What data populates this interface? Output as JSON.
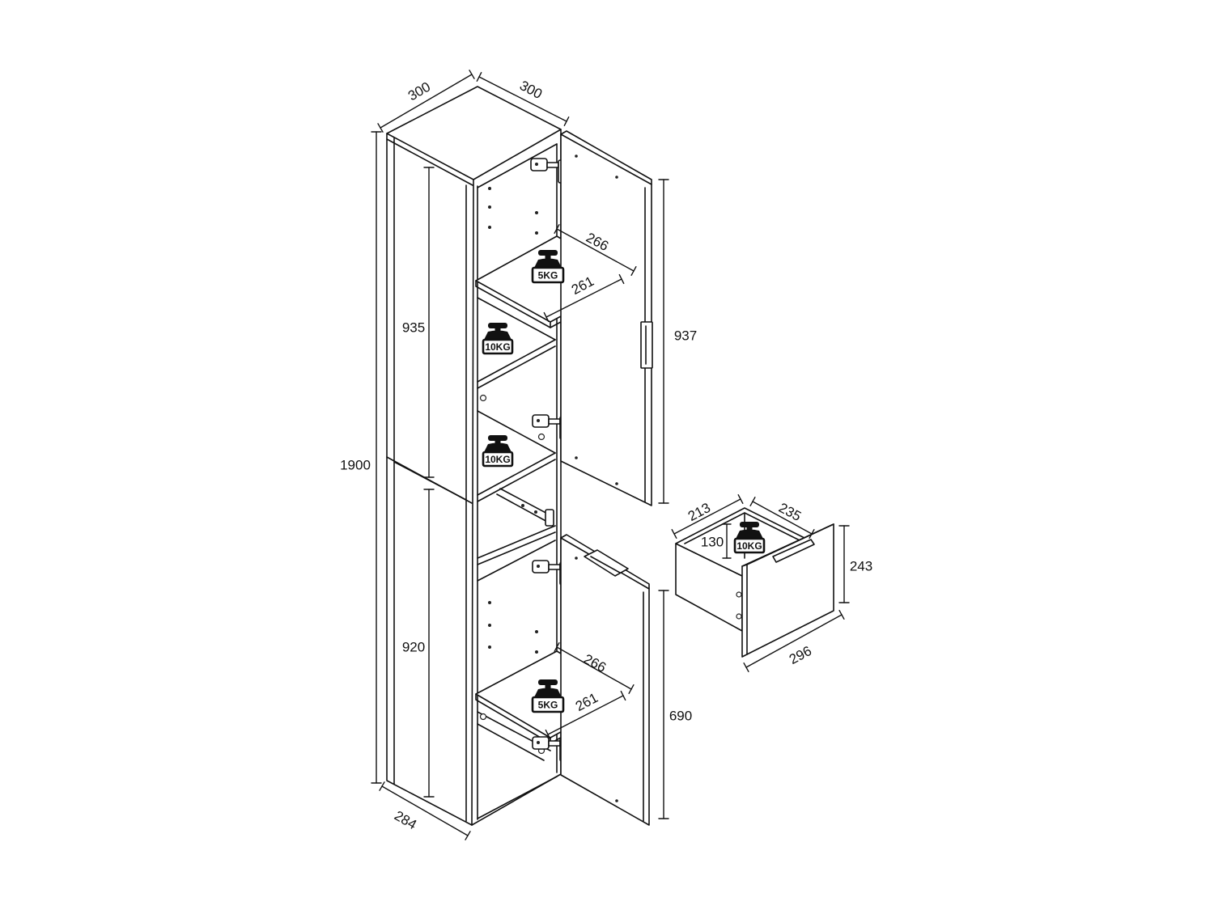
{
  "cabinet": {
    "top_left_dim": "300",
    "top_right_dim": "300",
    "upper_side_dim": "935",
    "total_height_dim": "1900",
    "lower_side_dim": "920",
    "bottom_depth_dim": "284",
    "upper_door_dim": "937",
    "lower_door_dim": "690",
    "upper_shelf_depth_dim": "266",
    "upper_shelf_width_dim": "261",
    "lower_shelf_depth_dim": "266",
    "lower_shelf_width_dim": "261",
    "upper_shelf_load": "5KG",
    "middle_load_1": "10KG",
    "middle_load_2": "10KG",
    "lower_shelf_load": "5KG"
  },
  "drawer": {
    "depth_dim": "213",
    "width_dim": "235",
    "inner_height_dim": "130",
    "load": "10KG",
    "front_height_dim": "243",
    "front_width_dim": "296"
  },
  "colors": {
    "line": "#111111",
    "background": "#ffffff"
  },
  "icons": [
    "weight-icon",
    "hinge-icon",
    "drawer-slide-icon"
  ]
}
